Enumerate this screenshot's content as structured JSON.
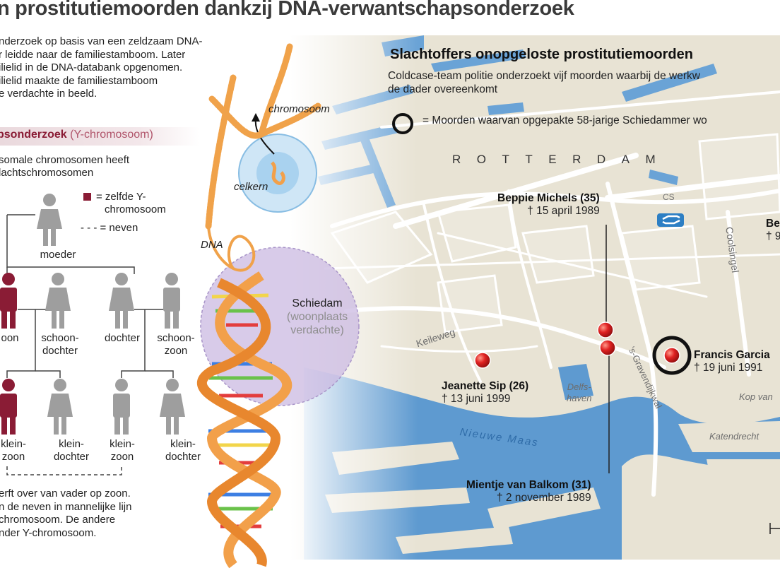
{
  "headline": "n prostitutiemoorden dankzij DNA-verwantschapsonderzoek",
  "intro": {
    "lines": [
      "nderzoek op basis van een zeldzaam DNA-",
      "r leidde naar de familiestamboom. Later",
      "ilielid in de DNA-databank opgenomen.",
      "ilielid maakte de familiestamboom",
      "e verdachte in beeld."
    ]
  },
  "section": {
    "title": "psonderzoek",
    "subtitle": " (Y-chromosoom)",
    "desc_lines": [
      "somale chromosomen heeft",
      "lachtschromosomen"
    ]
  },
  "family_legend": {
    "same_y_line1": "= zelfde Y-",
    "same_y_line2": "chromosoom",
    "cousins": "- - - = neven"
  },
  "family": {
    "mother": "moeder",
    "son": "oon",
    "daughter_in_law_1": "schoon-",
    "daughter_in_law_2": "dochter",
    "daughter": "dochter",
    "son_in_law_1": "schoon-",
    "son_in_law_2": "zoon",
    "grandson_a_1": "klein-",
    "grandson_a_2": "zoon",
    "granddaughter_a_1": "klein-",
    "granddaughter_a_2": "dochter",
    "grandson_b_1": "klein-",
    "grandson_b_2": "zoon",
    "granddaughter_b_1": "klein-",
    "granddaughter_b_2": "dochter"
  },
  "bottom_text": {
    "lines": [
      "erft over van vader op zoon.",
      "n de neven in mannelijke lijn",
      "chromosoom. De andere",
      "nder Y-chromosoom."
    ]
  },
  "dna_labels": {
    "chromosoom": "chromosoom",
    "celkern": "celkern",
    "dna": "DNA",
    "schiedam": "Schiedam",
    "woonplaats_1": "(woonplaats",
    "woonplaats_2": "verdachte)"
  },
  "map": {
    "title": "Slachtoffers onopgeloste prostitutiemoorden",
    "subtitle_1": "Coldcase-team politie onderzoekt vijf moorden waarbij de werkw",
    "subtitle_2": "de dader overeenkomt",
    "legend": "= Moorden waarvan opgepakte 58-jarige Schiedammer wo",
    "city": "ROTTERDAM",
    "streets": {
      "keileweg": "Keileweg",
      "coolsingel": "Coolsingel",
      "delfshaven_1": "Delfs-",
      "delfshaven_2": "haven",
      "nieuwe_maas": "Nieuwe Maas",
      "katendrecht": "Katendrecht",
      "kop_van_zuid": "Kop van",
      "gravendijkwal": "'s-Gravendijkwal",
      "cs": "CS"
    },
    "victims": [
      {
        "name": "Beppie Michels (35)",
        "date": "† 15 april 1989"
      },
      {
        "name": "Be",
        "date": "† 9"
      },
      {
        "name": "Francis Garcia",
        "date": "† 19 juni 1991"
      },
      {
        "name": "Jeanette Sip (26)",
        "date": "† 13 juni 1999"
      },
      {
        "name": "Mientje van Balkom (31)",
        "date": "† 2 november 1989"
      }
    ]
  },
  "colors": {
    "accent_red": "#8a1c35",
    "water": "#5e9ad0",
    "land": "#e9e4d6",
    "marker": "#d42020",
    "dna_orange": "#f2a04a"
  }
}
